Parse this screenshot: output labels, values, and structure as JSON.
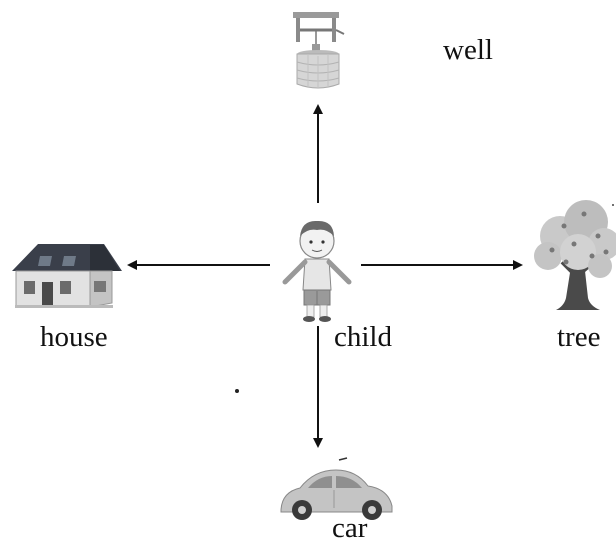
{
  "nodes": {
    "center": {
      "label": "child",
      "icon": "child-icon"
    },
    "up": {
      "label": "well",
      "icon": "well-icon"
    },
    "left": {
      "label": "house",
      "icon": "house-icon"
    },
    "right": {
      "label": "tree",
      "icon": "tree-icon"
    },
    "down": {
      "label": "car",
      "icon": "car-icon"
    }
  },
  "edges": [
    {
      "from": "child",
      "to": "well"
    },
    {
      "from": "child",
      "to": "house"
    },
    {
      "from": "child",
      "to": "tree"
    },
    {
      "from": "child",
      "to": "car"
    }
  ],
  "colors": {
    "line": "#111111",
    "house_roof": "#3a3f4a",
    "house_wall": "#d8d8d8",
    "tree_foliage": "#c7c7c7",
    "tree_trunk": "#4a4a4a",
    "car_body": "#bfbfbf",
    "well_stone": "#d0d0d0",
    "child_skin": "#f0f0f0"
  }
}
